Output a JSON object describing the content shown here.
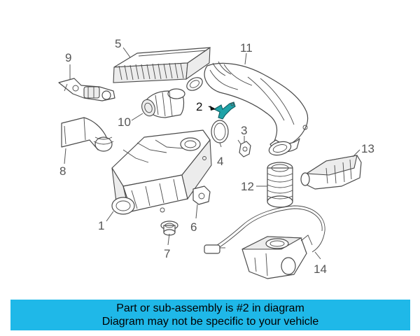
{
  "callouts": {
    "c1": "1",
    "c2": "2",
    "c3": "3",
    "c4": "4",
    "c5": "5",
    "c6": "6",
    "c7": "7",
    "c8": "8",
    "c9": "9",
    "c10": "10",
    "c11": "11",
    "c12": "12",
    "c13": "13",
    "c14": "14"
  },
  "highlight": {
    "part": "2",
    "color": "#1fa3a8"
  },
  "banner": {
    "line1": "Part or sub-assembly is #2 in diagram",
    "line2": "Diagram may not be specific to your vehicle",
    "color": "#1fb8e8"
  }
}
